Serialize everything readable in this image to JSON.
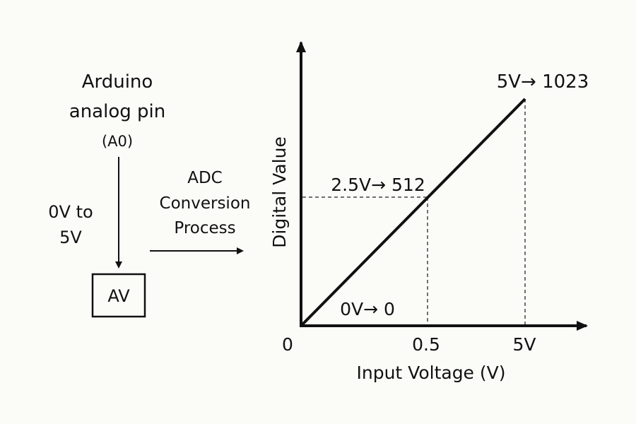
{
  "left": {
    "title_line1": "Arduino",
    "title_line2": "analog pin",
    "pin": "(A0)",
    "range_line1": "0V to",
    "range_line2": "5V",
    "box_label": "AV"
  },
  "process": {
    "line1": "ADC",
    "line2": "Conversion",
    "line3": "Process"
  },
  "graph": {
    "y_label": "Digital Value",
    "x_label": "Input Voltage (V)",
    "x_ticks": [
      "0",
      "0.5",
      "5V"
    ],
    "annotations": {
      "top": "5V→ 1023",
      "mid": "2.5V→ 512",
      "bottom": "0V→ 0"
    }
  },
  "colors": {
    "ink": "#111111",
    "dashed": "#444444",
    "background": "#fbfbf8"
  }
}
